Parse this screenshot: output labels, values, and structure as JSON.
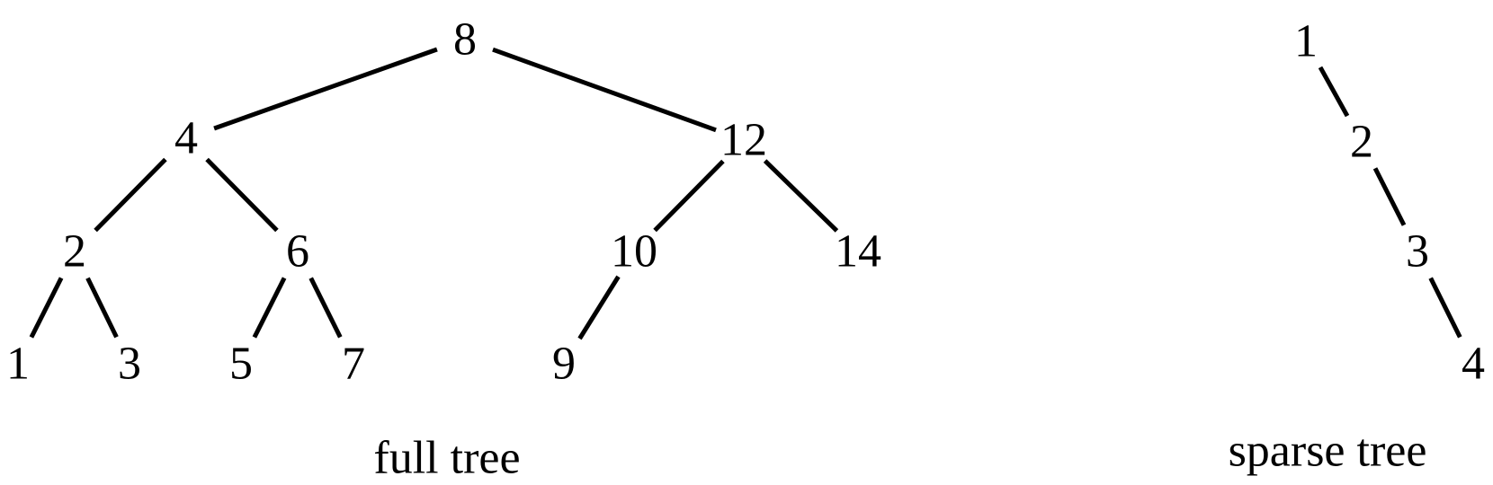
{
  "full_tree": {
    "caption": "full tree",
    "nodes": [
      {
        "id": "n8",
        "label": "8"
      },
      {
        "id": "n4",
        "label": "4"
      },
      {
        "id": "n12",
        "label": "12"
      },
      {
        "id": "n2",
        "label": "2"
      },
      {
        "id": "n6",
        "label": "6"
      },
      {
        "id": "n10",
        "label": "10"
      },
      {
        "id": "n14",
        "label": "14"
      },
      {
        "id": "n1",
        "label": "1"
      },
      {
        "id": "n3",
        "label": "3"
      },
      {
        "id": "n5",
        "label": "5"
      },
      {
        "id": "n7",
        "label": "7"
      },
      {
        "id": "n9",
        "label": "9"
      }
    ],
    "edges": [
      {
        "from": "n8",
        "to": "n4"
      },
      {
        "from": "n8",
        "to": "n12"
      },
      {
        "from": "n4",
        "to": "n2"
      },
      {
        "from": "n4",
        "to": "n6"
      },
      {
        "from": "n12",
        "to": "n10"
      },
      {
        "from": "n12",
        "to": "n14"
      },
      {
        "from": "n2",
        "to": "n1"
      },
      {
        "from": "n2",
        "to": "n3"
      },
      {
        "from": "n6",
        "to": "n5"
      },
      {
        "from": "n6",
        "to": "n7"
      },
      {
        "from": "n10",
        "to": "n9"
      }
    ]
  },
  "sparse_tree": {
    "caption": "sparse tree",
    "nodes": [
      {
        "id": "s1",
        "label": "1"
      },
      {
        "id": "s2",
        "label": "2"
      },
      {
        "id": "s3",
        "label": "3"
      },
      {
        "id": "s4",
        "label": "4"
      }
    ],
    "edges": [
      {
        "from": "s1",
        "to": "s2"
      },
      {
        "from": "s2",
        "to": "s3"
      },
      {
        "from": "s3",
        "to": "s4"
      }
    ]
  }
}
